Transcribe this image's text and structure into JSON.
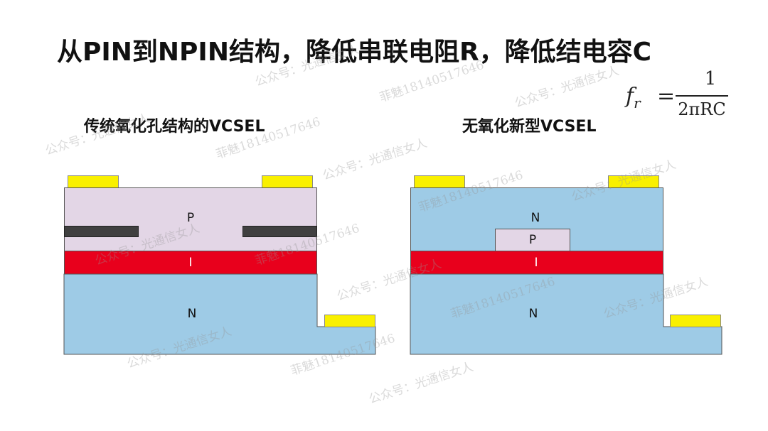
{
  "title": "从PIN到NPIN结构，降低串联电阻R，降低结电容C",
  "formula": {
    "lhs": "f",
    "lhs_sub": "r",
    "eq": "=",
    "numerator": "1",
    "denominator": "2πRC"
  },
  "left": {
    "title": "传统氧化孔结构的VCSEL",
    "labels": {
      "p": "P",
      "i": "I",
      "n": "N"
    }
  },
  "right": {
    "title": "无氧化新型VCSEL",
    "labels": {
      "n_top": "N",
      "p": "P",
      "i": "I",
      "n": "N"
    }
  },
  "watermarks": [
    "公众号：光通信女人",
    "菲魅18140517646"
  ],
  "colors": {
    "p_layer": "#e3d6e6",
    "n_layer": "#9ecbe6",
    "i_layer": "#e8001c",
    "contact": "#f9f000",
    "oxide": "#404040"
  }
}
